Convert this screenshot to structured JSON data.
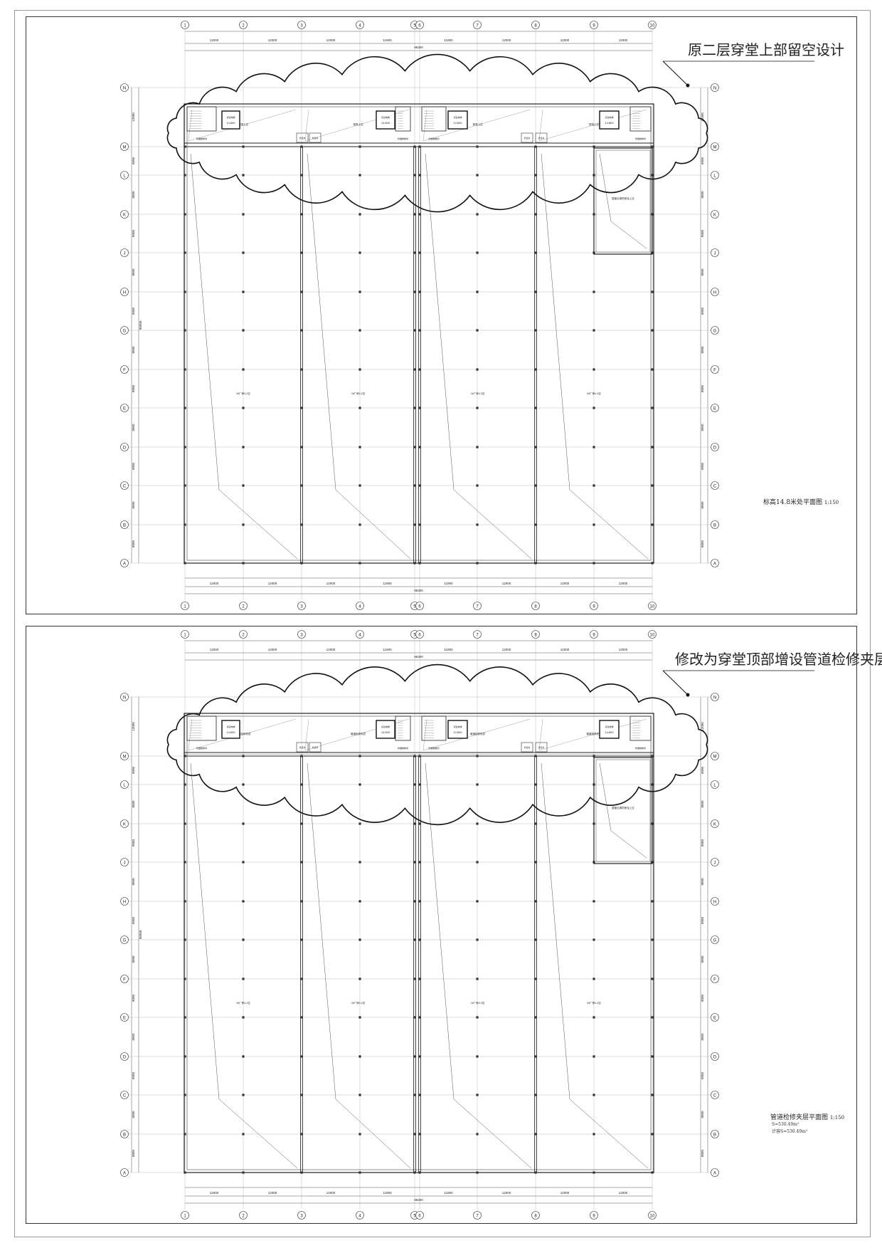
{
  "sheet1": {
    "revision_note": "原二层穿堂上部留空设计",
    "drawing_title": "标高14.8米处平面图",
    "scale": "1:150",
    "rooms": [
      "2#厂房4-1空",
      "2#厂房4-2空",
      "2#厂房4-3空",
      "2#厂房4-4空"
    ],
    "upper_rooms": [
      "穿堂上空",
      "穿堂上空",
      "穿堂上空",
      "穿堂上空"
    ],
    "special_room": "屋面空调机房及上空",
    "core_level": "14.800",
    "label_stair": "防烟楼梯间",
    "label_elev": "货运电梯",
    "label_shaft": "管道井"
  },
  "sheet2": {
    "revision_note": "修改为穿堂顶部增设管道检修夹层",
    "drawing_title": "管道检修夹层平面图",
    "scale": "1:150",
    "area_line_1": "S=530.49m²",
    "area_line_2": "计容S=530.49m²",
    "rooms": [
      "2#厂房4-1空",
      "2#厂房4-2空",
      "2#厂房4-3空",
      "2#厂房4-4空"
    ],
    "upper_rooms": [
      "管道检修夹层",
      "管道检修夹层",
      "管道检修夹层",
      "管道检修夹层"
    ],
    "special_room": "屋面空调机房及上空",
    "core_level": "14.800",
    "label_stair": "防烟楼梯间",
    "label_elev": "货运电梯",
    "label_shaft": "管道井"
  },
  "grid": {
    "columns": [
      "1",
      "2",
      "3",
      "4",
      "5",
      "6",
      "7",
      "8",
      "9",
      "10"
    ],
    "rows": [
      "N",
      "M",
      "L",
      "K",
      "J",
      "H",
      "G",
      "F",
      "E",
      "D",
      "C",
      "B",
      "A"
    ],
    "col_dims": [
      "12000",
      "12000",
      "12000",
      "11900",
      "",
      "11900",
      "12000",
      "12000",
      "12000"
    ],
    "total_width": "96300",
    "row_dims": [
      "12000",
      "6000",
      "8000",
      "8000",
      "8000",
      "8000",
      "8000",
      "8000",
      "8000",
      "8000",
      "8000",
      "8000"
    ],
    "total_depth": "96000"
  }
}
